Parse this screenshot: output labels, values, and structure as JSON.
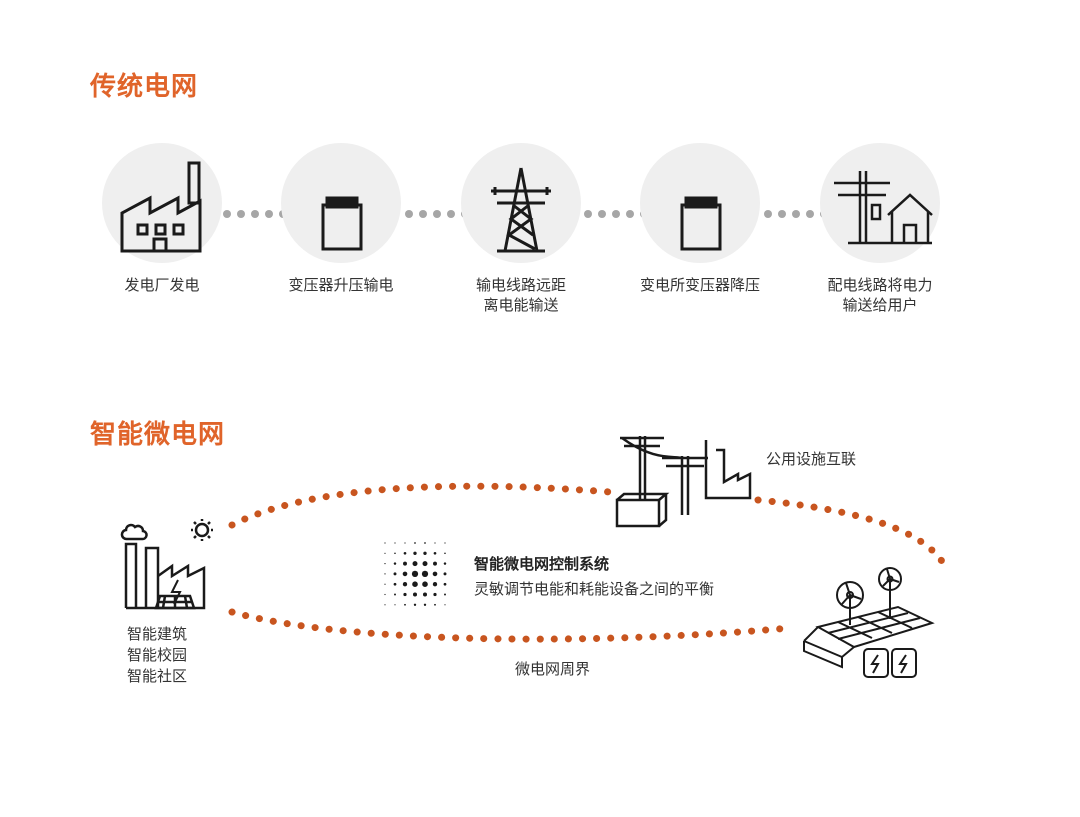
{
  "colors": {
    "accent": "#e0642a",
    "ring": "#c8551f",
    "stroke": "#1a1a1a",
    "circle_bg": "#efefef",
    "dot_gray": "#a6a6a6"
  },
  "traditional": {
    "title": "传统电网",
    "steps": [
      {
        "icon": "factory-icon",
        "label": "发电厂发电"
      },
      {
        "icon": "transformer-icon",
        "label": "变压器升压输电"
      },
      {
        "icon": "transmission-tower-icon",
        "label": "输电线路远距\n离电能输送"
      },
      {
        "icon": "substation-transformer-icon",
        "label": "变电所变压器降压"
      },
      {
        "icon": "pole-house-icon",
        "label": "配电线路将电力\n输送给用户"
      }
    ]
  },
  "microgrid": {
    "title": "智能微电网",
    "left_label": "智能建筑\n智能校园\n智能社区",
    "utility_label": "公用设施互联",
    "control_title": "智能微电网控制系统",
    "control_subtitle": "灵敏调节电能和耗能设备之间的平衡",
    "boundary_label": "微电网周界",
    "icons": [
      "smart-building-solar-icon",
      "utility-poles-factory-icon",
      "dot-matrix-icon",
      "solar-wind-storage-icon"
    ]
  }
}
